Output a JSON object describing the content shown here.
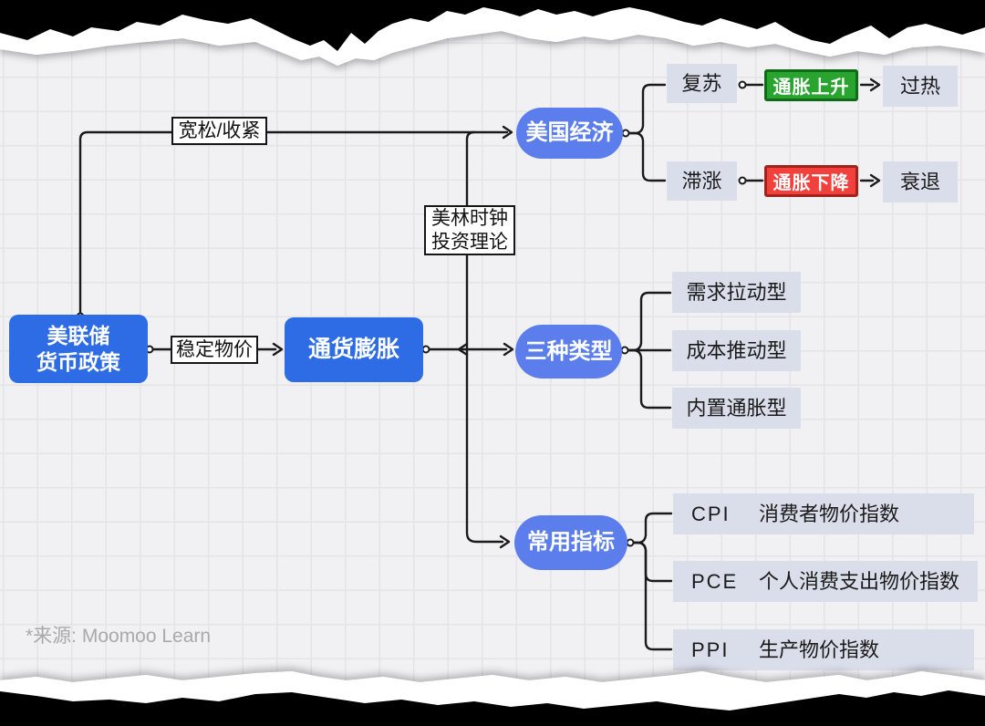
{
  "colors": {
    "root_blue": "#2d6ce4",
    "pill_blue": "#5b7eec",
    "box_gray": "#dadeeb",
    "green": "#28a42f",
    "green_border": "#0e6b16",
    "red": "#f2403c",
    "red_border": "#a2231b",
    "line": "#1a1a1a",
    "paper": "#f1f1f3"
  },
  "diagram": {
    "root": {
      "line1": "美联储",
      "line2": "货币政策"
    },
    "inflation": {
      "label": "通货膨胀"
    },
    "edge_labels": {
      "easing": "宽松/收紧",
      "stable": "稳定物价",
      "merrill_line1": "美林时钟",
      "merrill_line2": "投资理论"
    },
    "us_economy": {
      "label": "美国经济",
      "recovery": "复苏",
      "inflation_up": "通胀上升",
      "overheating": "过热",
      "stagflation": "滞涨",
      "inflation_down": "通胀下降",
      "recession": "衰退"
    },
    "three_types": {
      "label": "三种类型",
      "items": [
        "需求拉动型",
        "成本推动型",
        "内置通胀型"
      ]
    },
    "indicators": {
      "label": "常用指标",
      "rows": [
        {
          "code": "CPI",
          "name": "消费者物价指数"
        },
        {
          "code": "PCE",
          "name": "个人消费支出物价指数"
        },
        {
          "code": "PPI",
          "name": "生产物价指数"
        }
      ]
    }
  },
  "footer": {
    "source_note": "*来源: Moomoo Learn"
  }
}
